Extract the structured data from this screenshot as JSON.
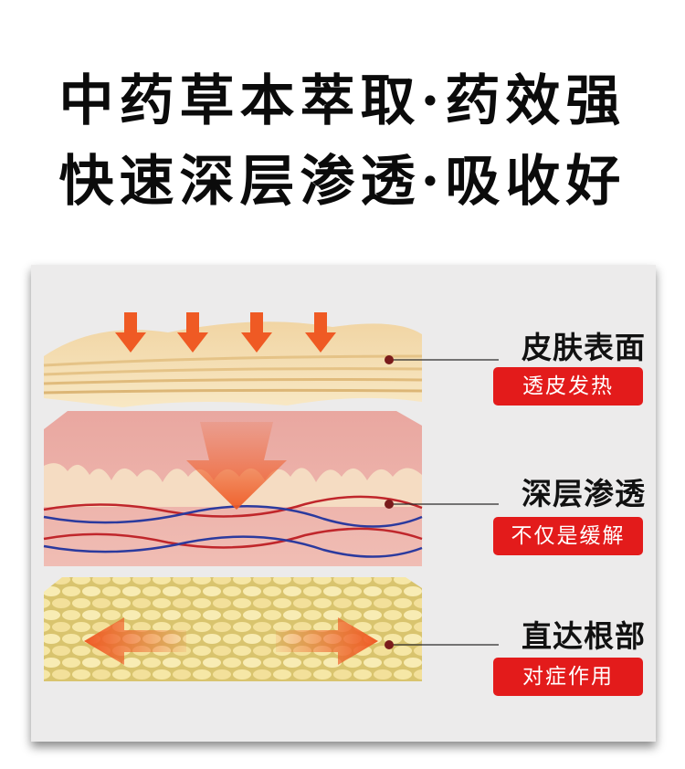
{
  "headline": {
    "line1": "中药草本萃取·药效强",
    "line2": "快速深层渗透·吸收好"
  },
  "layers": [
    {
      "title": "皮肤表面",
      "badge": "透皮发热"
    },
    {
      "title": "深层渗透",
      "badge": "不仅是缓解"
    },
    {
      "title": "直达根部",
      "badge": "对症作用"
    }
  ],
  "colors": {
    "badge": "#e31b1b",
    "arrow": "#ef5a24",
    "panel": "#ecebeb"
  }
}
